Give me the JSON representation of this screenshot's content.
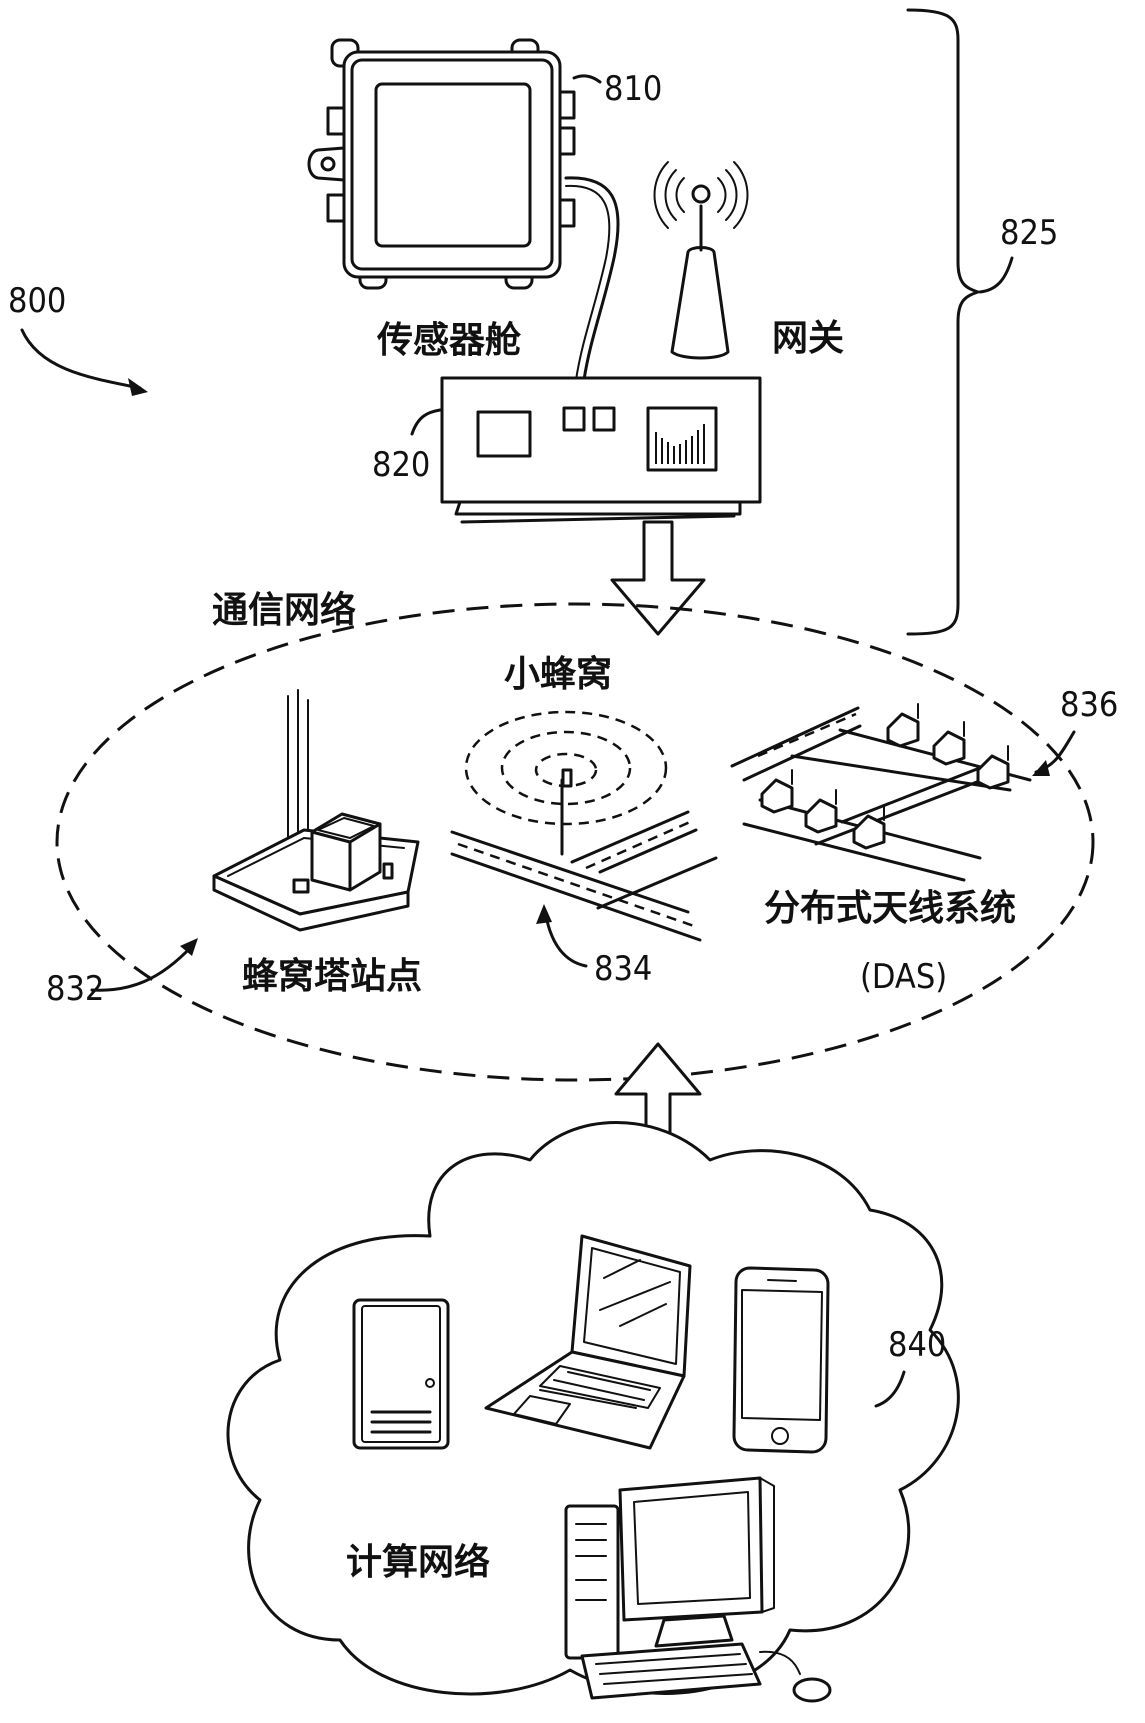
{
  "refs": {
    "system": "800",
    "sensor_pod": "810",
    "gateway_unit": "820",
    "bracket_group": "825",
    "cell_tower": "832",
    "small_cell": "834",
    "das": "836",
    "computing_network": "840"
  },
  "labels": {
    "sensor_pod": "传感器舱",
    "gateway": "网关",
    "communication_network": "通信网络",
    "small_cell": "小蜂窝",
    "cell_tower_site": "蜂窝塔站点",
    "das_line1": "分布式天线系统",
    "das_line2": "(DAS)",
    "computing_network": "计算网络"
  }
}
